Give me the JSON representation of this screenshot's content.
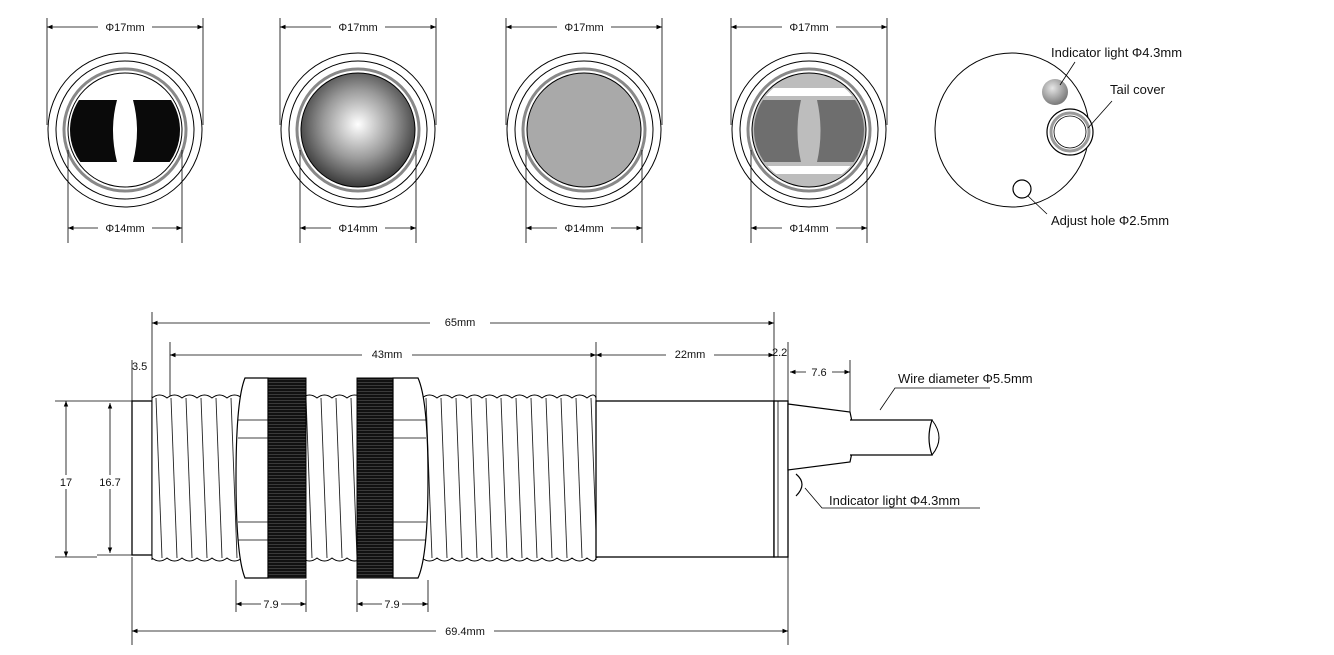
{
  "front_views": [
    {
      "outer": "Φ17mm",
      "inner": "Φ14mm"
    },
    {
      "outer": "Φ17mm",
      "inner": "Φ14mm"
    },
    {
      "outer": "Φ17mm",
      "inner": "Φ14mm"
    },
    {
      "outer": "Φ17mm",
      "inner": "Φ14mm"
    }
  ],
  "rear_view": {
    "indicator": "Indicator light  Φ4.3mm",
    "tail_cover": "Tail cover",
    "adjust_hole": "Adjust hole Φ2.5mm"
  },
  "side_view": {
    "total_front": "65mm",
    "thread_len": "43mm",
    "body_len": "22mm",
    "cap_len": "2.2",
    "lens_len": "3.5",
    "gland_len": "7.6",
    "wire": "Wire diameter Φ5.5mm",
    "indicator": "Indicator light Φ4.3mm",
    "height_outer": "17",
    "height_inner": "16.7",
    "nut1": "7.9",
    "nut2": "7.9",
    "total": "69.4mm"
  }
}
